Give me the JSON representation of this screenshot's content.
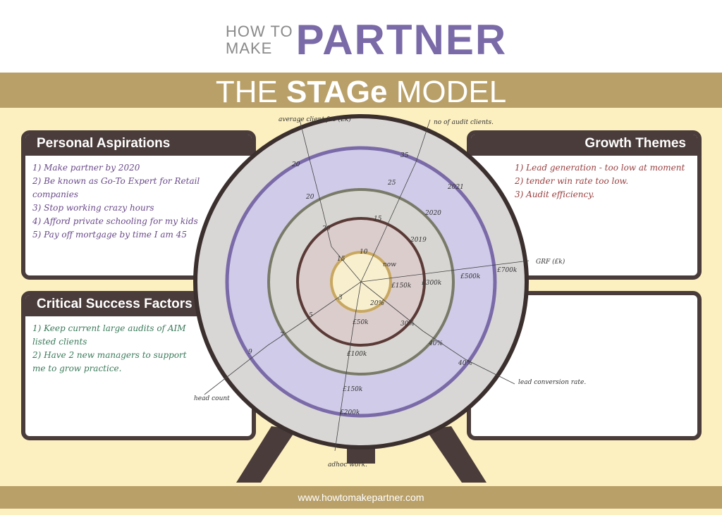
{
  "logo": {
    "line1": "HOW TO",
    "line2": "MAKE",
    "big": "PARTNER"
  },
  "title": {
    "pre": "THE ",
    "bold": "STAGe",
    "post": " MODEL"
  },
  "footer": "www.howtomakepartner.com",
  "panels": {
    "personal": {
      "title": "Personal Aspirations",
      "items": [
        "1) Make partner by 2020",
        "2) Be known as Go-To Expert for Retail companies",
        "3) Stop working crazy hours",
        "4) Afford private schooling for my kids",
        "5) Pay off mortgage by time I am 45"
      ]
    },
    "growth": {
      "title": "Growth Themes",
      "items": [
        "1) Lead generation - too low at moment",
        "2) tender win rate too low.",
        "3) Audit efficiency."
      ]
    },
    "csf": {
      "title": "Critical Success Factors",
      "items": [
        "1) Keep current large audits of AIM listed clients",
        "2) Have 2 new managers to support me to grow practice."
      ]
    }
  },
  "target": {
    "axes": [
      "average client fee (£k)",
      "no of audit clients.",
      "GRF (£k)",
      "lead conversion rate.",
      "adhoc work.",
      "head count"
    ],
    "rings": [
      "now",
      "2019",
      "2020",
      "2021"
    ],
    "fee_marks": [
      "15",
      "20",
      "20",
      "20"
    ],
    "clients_marks": [
      "10",
      "15",
      "25",
      "35"
    ],
    "grf_marks": [
      "£150k",
      "£300k",
      "£500k",
      "£700k"
    ],
    "conv_marks": [
      "20%",
      "30%",
      "40%",
      "40%"
    ],
    "adhoc_marks": [
      "£50k",
      "£100k",
      "£150k",
      "£200k"
    ],
    "head_marks": [
      "3",
      "5",
      "7",
      "9"
    ]
  },
  "colors": {
    "gold": "#b9a068",
    "dark": "#4a3c3a",
    "purple": "#7a6aa8",
    "cream": "#fdf0c0"
  }
}
